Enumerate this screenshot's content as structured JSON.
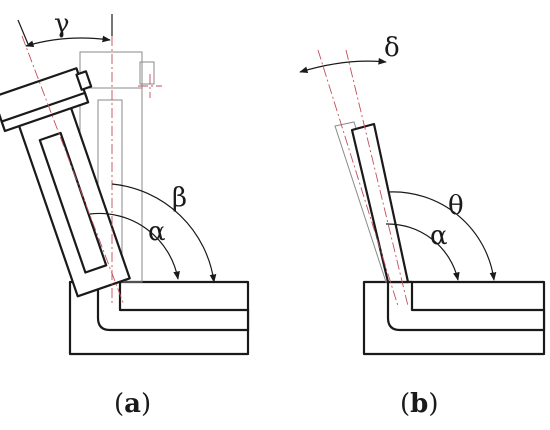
{
  "panel_a": {
    "caption_open": "(",
    "caption_letter": "a",
    "caption_close": ")",
    "labels": {
      "gamma": "γ",
      "beta": "β",
      "alpha": "α"
    }
  },
  "panel_b": {
    "caption_open": "(",
    "caption_letter": "b",
    "caption_close": ")",
    "labels": {
      "delta": "δ",
      "theta": "θ",
      "alpha": "α"
    }
  },
  "colors": {
    "line": "#1a1a1a",
    "centerline": "#c0505a",
    "ghost": "#8a8a8a"
  }
}
